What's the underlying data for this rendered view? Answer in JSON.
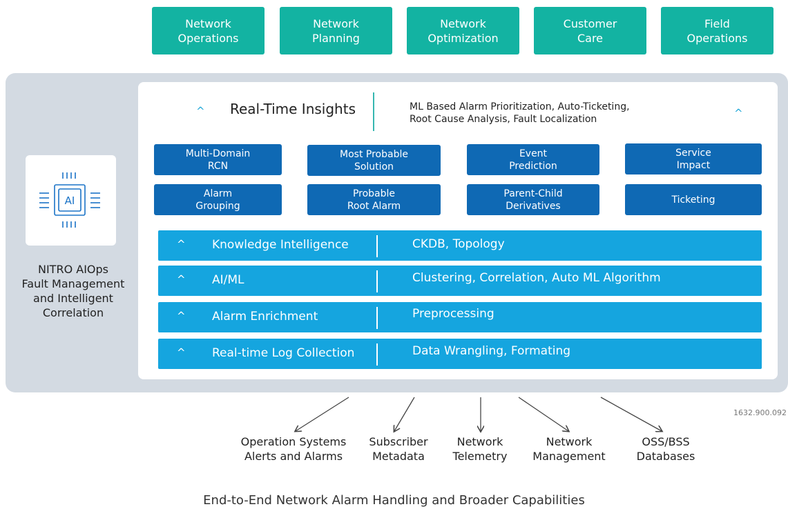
{
  "roles": [
    {
      "label": "Network\nOperations"
    },
    {
      "label": "Network\nPlanning"
    },
    {
      "label": "Network\nOptimization"
    },
    {
      "label": "Customer\nCare"
    },
    {
      "label": "Field\nOperations"
    }
  ],
  "platform": {
    "chip_label": "AI",
    "name": "NITRO AIOps\nFault Management\nand Intelligent\nCorrelation",
    "icon": "ai-chip-icon"
  },
  "insights": {
    "caret": "^",
    "title": "Real-Time Insights",
    "description": "ML Based Alarm Prioritization, Auto-Ticketing,\nRoot Cause Analysis, Fault Localization"
  },
  "capabilities": [
    {
      "label": "Multi-Domain\nRCN"
    },
    {
      "label": "Most Probable\nSolution"
    },
    {
      "label": "Event\nPrediction"
    },
    {
      "label": "Service\nImpact"
    },
    {
      "label": "Alarm\nGrouping"
    },
    {
      "label": "Probable\nRoot Alarm"
    },
    {
      "label": "Parent-Child\nDerivatives"
    },
    {
      "label": "Ticketing"
    }
  ],
  "layers": [
    {
      "caret": "^",
      "name": "Knowledge Intelligence",
      "detail": "CKDB, Topology"
    },
    {
      "caret": "^",
      "name": "AI/ML",
      "detail": "Clustering, Correlation, Auto ML Algorithm"
    },
    {
      "caret": "^",
      "name": "Alarm Enrichment",
      "detail": "Preprocessing"
    },
    {
      "caret": "^",
      "name": "Real-time Log Collection",
      "detail": "Data Wrangling, Formating"
    }
  ],
  "sources": [
    {
      "label": "Operation Systems\nAlerts and Alarms"
    },
    {
      "label": "Subscriber\nMetadata"
    },
    {
      "label": "Network\nTelemetry"
    },
    {
      "label": "Network\nManagement"
    },
    {
      "label": "OSS/BSS\nDatabases"
    }
  ],
  "figure_code": "1632.900.092",
  "caption": "End-to-End Network Alarm Handling and Broader Capabilities",
  "colors": {
    "teal": "#13b3a2",
    "dark_blue": "#0f69b4",
    "light_blue": "#15a5df",
    "panel_gray": "#d3dae2"
  }
}
